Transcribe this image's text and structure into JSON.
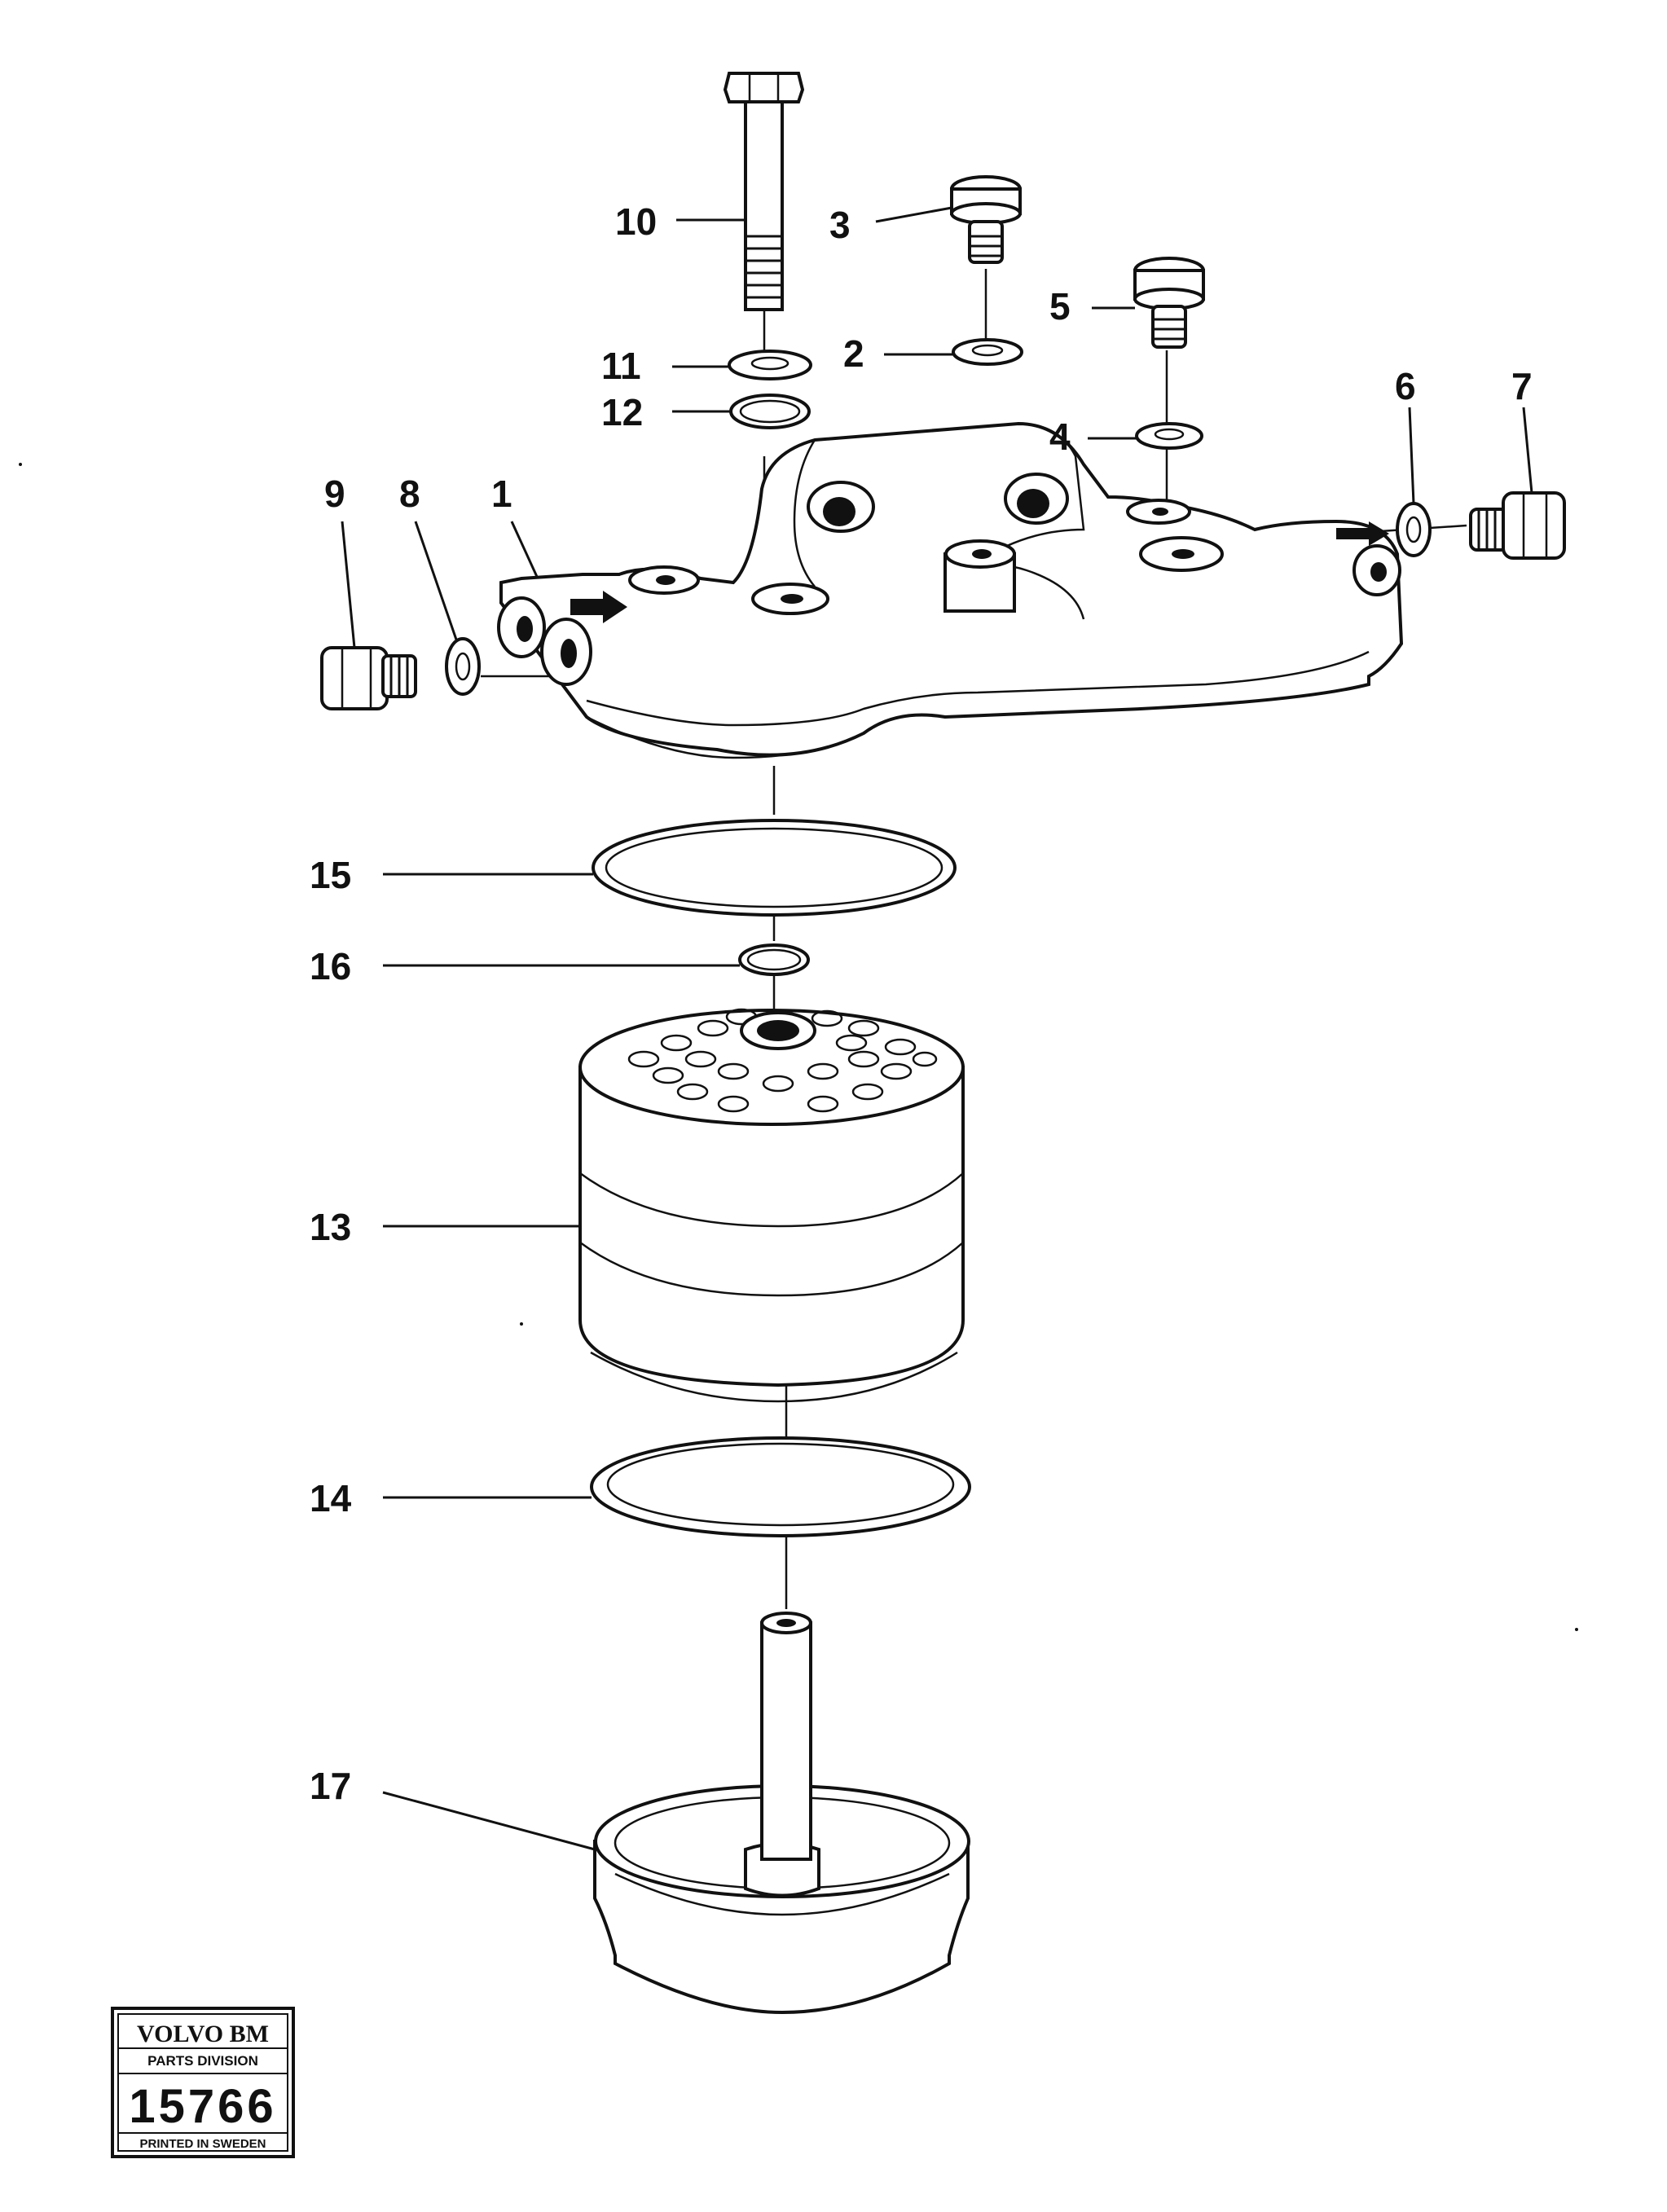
{
  "callouts": [
    "1",
    "2",
    "3",
    "4",
    "5",
    "6",
    "7",
    "8",
    "9",
    "10",
    "11",
    "12",
    "13",
    "14",
    "15",
    "16",
    "17"
  ],
  "stamp": {
    "brand": "VOLVO BM",
    "division": "PARTS DIVISION",
    "number": "15766",
    "footer": "PRINTED IN SWEDEN"
  }
}
